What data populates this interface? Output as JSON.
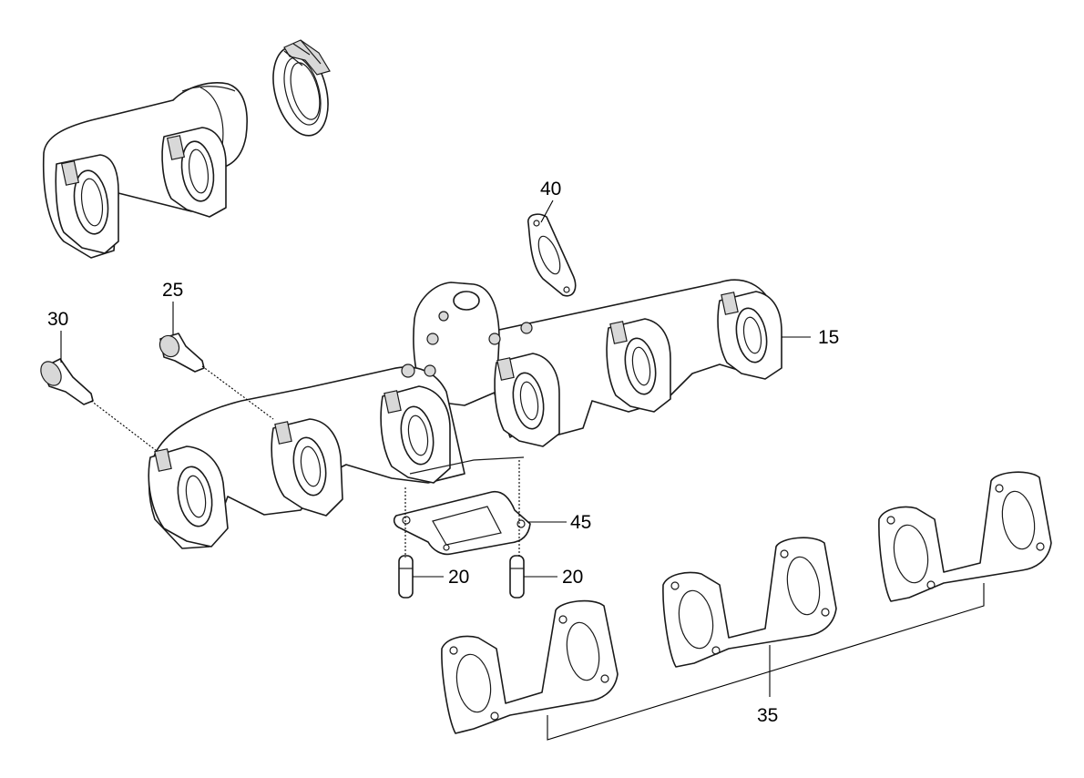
{
  "callouts": {
    "c15": "15",
    "c20a": "20",
    "c20b": "20",
    "c25": "25",
    "c30": "30",
    "c35": "35",
    "c40": "40",
    "c45": "45"
  }
}
